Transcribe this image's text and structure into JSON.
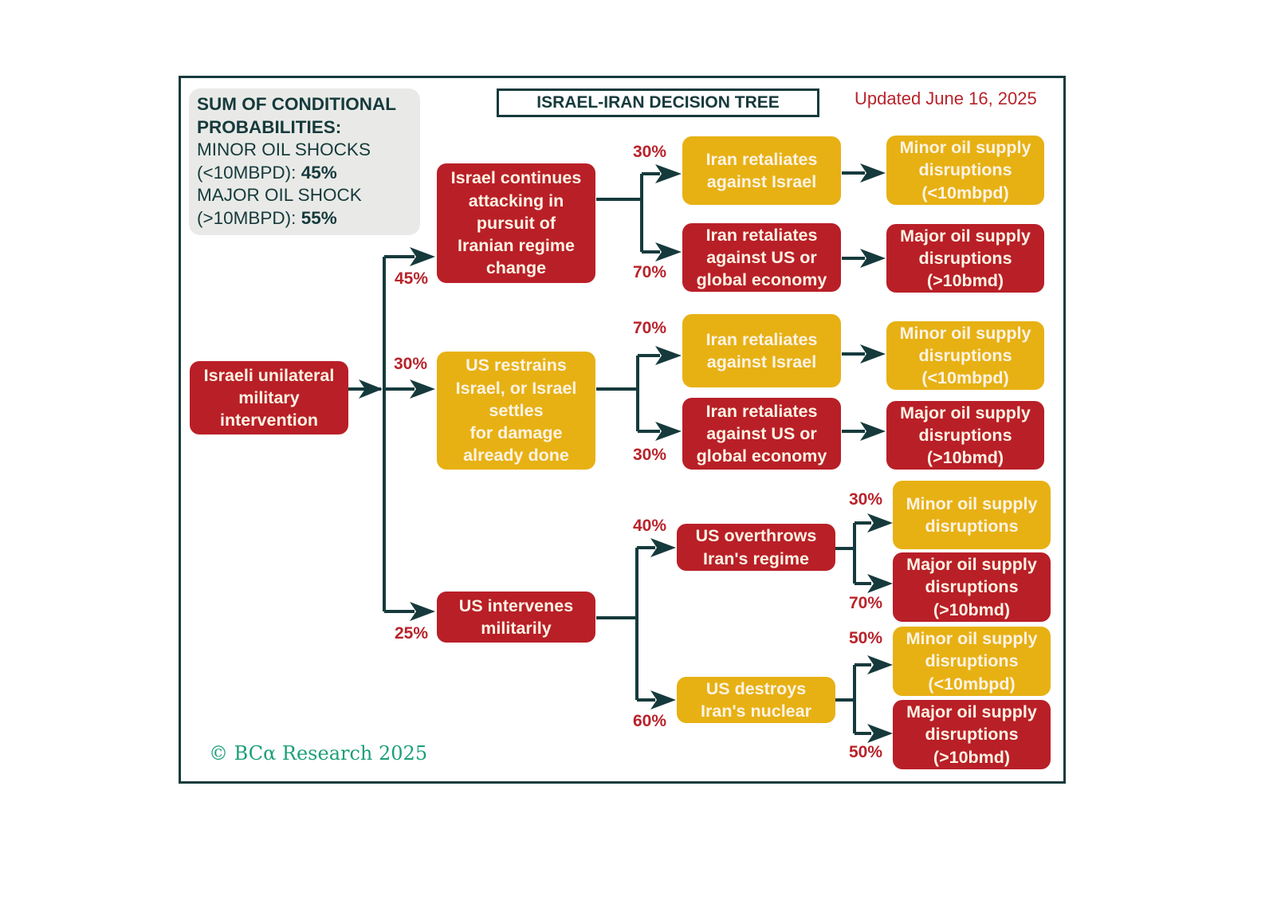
{
  "header": {
    "title": "ISRAEL-IRAN DECISION TREE",
    "updated": "Updated June 16, 2025"
  },
  "summary": {
    "heading": "SUM OF CONDITIONAL PROBABILITIES:",
    "minor_label": "MINOR OIL SHOCKS (<10MBPD):",
    "minor_value": "45%",
    "major_label": "MAJOR OIL SHOCK (>10MBPD):",
    "major_value": "55%"
  },
  "colors": {
    "red": "#b91f27",
    "yellow": "#e7b114",
    "edge": "#163a3c",
    "pct_text": "#b8232b",
    "brand": "#1c9f78"
  },
  "nodes": {
    "root": "Israeli unilateral\nmilitary\nintervention",
    "a": "Israel continues\nattacking in\npursuit of\nIranian regime\nchange",
    "a1": "Iran retaliates\nagainst Israel",
    "a1o": "Minor oil supply\ndisruptions\n(<10mbpd)",
    "a2": "Iran retaliates\nagainst US or\nglobal economy",
    "a2o": "Major oil supply\ndisruptions\n(>10bmd)",
    "b": "US restrains\nIsrael, or Israel\nsettles\nfor damage\nalready done",
    "b1": "Iran retaliates\nagainst Israel",
    "b1o": "Minor oil supply\ndisruptions\n(<10mbpd)",
    "b2": "Iran retaliates\nagainst US or\nglobal economy",
    "b2o": "Major oil supply\ndisruptions\n(>10bmd)",
    "c": "US intervenes\nmilitarily",
    "c1": "US overthrows\nIran's regime",
    "c1a": "Minor oil supply\ndisruptions",
    "c1b": "Major oil supply\ndisruptions\n(>10bmd)",
    "c2": "US destroys\nIran's nuclear",
    "c2a": "Minor oil supply\ndisruptions\n(<10mbpd)",
    "c2b": "Major oil supply\ndisruptions\n(>10bmd)"
  },
  "probabilities": {
    "a": "45%",
    "b": "30%",
    "c": "25%",
    "a1": "30%",
    "a2": "70%",
    "b1": "70%",
    "b2": "30%",
    "c1": "40%",
    "c2": "60%",
    "c1a": "30%",
    "c1b": "70%",
    "c2a": "50%",
    "c2b": "50%"
  },
  "footer": {
    "copyright": "© BCα Research 2025"
  }
}
